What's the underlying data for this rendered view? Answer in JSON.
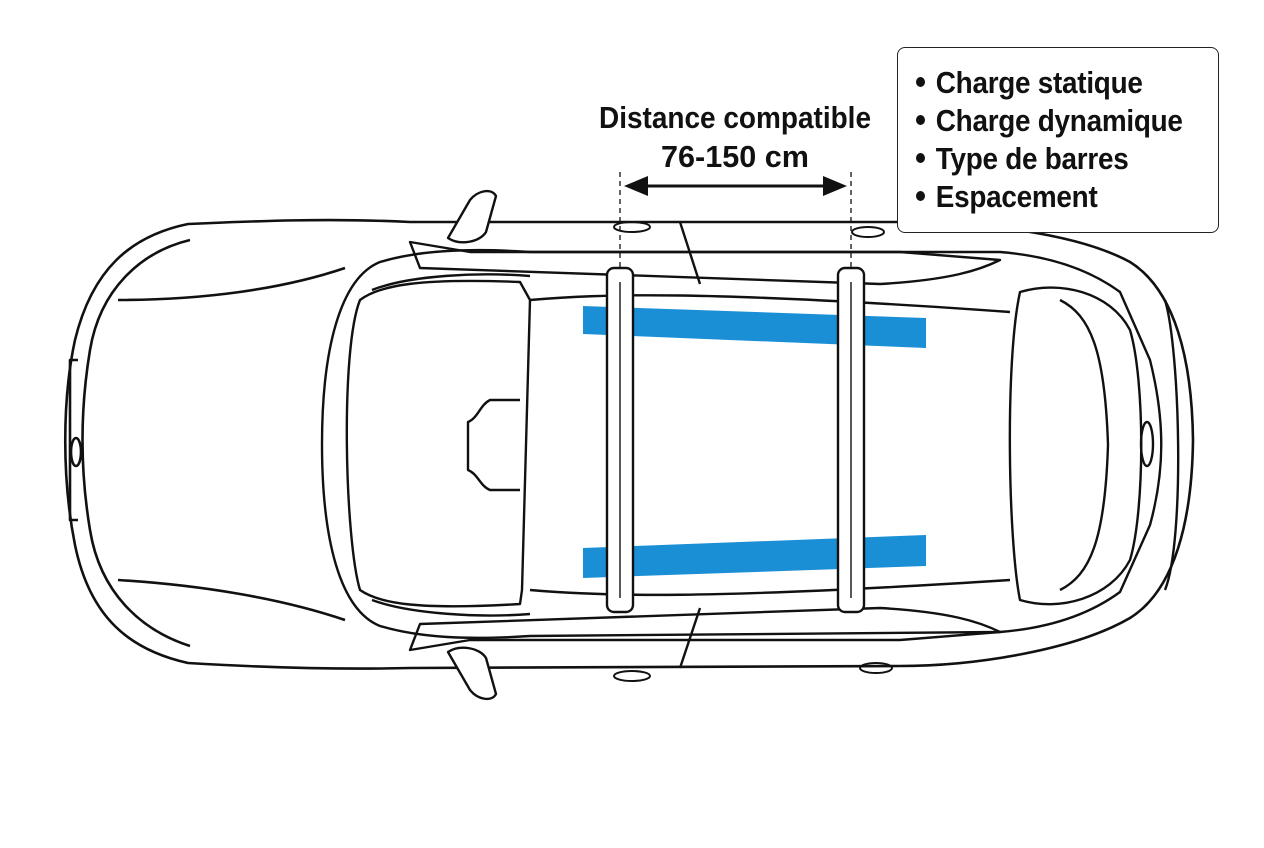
{
  "distance_label": {
    "line1": "Distance compatible",
    "line2": "76-150 cm"
  },
  "legend": {
    "items": [
      "Charge statique",
      "Charge dynamique",
      "Type de barres",
      "Espacement"
    ]
  },
  "colors": {
    "rail_blue": "#1a8fd6",
    "outline": "#111111",
    "background": "#ffffff"
  }
}
